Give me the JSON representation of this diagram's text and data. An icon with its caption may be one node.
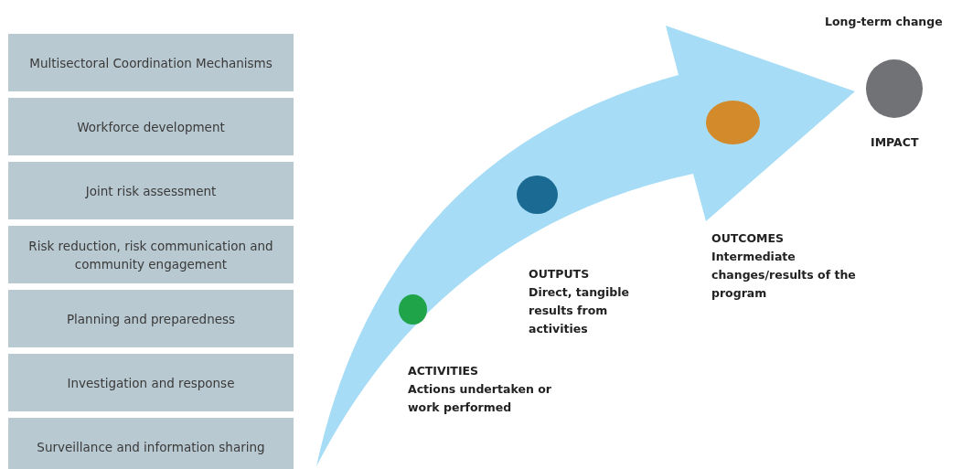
{
  "diagram": {
    "nodes": [
      {
        "text": [
          "Multisectoral Coordination Mechanisms"
        ]
      },
      {
        "text": [
          "Workforce development"
        ]
      },
      {
        "text": [
          "Joint risk assessment"
        ]
      },
      {
        "text": [
          "Risk reduction, risk communication and community engagement"
        ]
      },
      {
        "text": [
          "Planning and preparedness"
        ]
      },
      {
        "text": [
          "Investigation and response"
        ]
      },
      {
        "text": [
          "Surveillance and information sharing"
        ]
      },
      {
        "text": [],
        "shape": "circle",
        "beside": [
          "ACTIVITIES",
          "Actions undertaken or work performed"
        ]
      },
      {
        "text": [],
        "shape": "circle",
        "beside": [
          "OUTPUTS",
          "Direct, tangible results from activities"
        ]
      },
      {
        "text": [],
        "shape": "circle",
        "beside": [
          "OUTCOMES",
          "Intermediate changes/results of the program"
        ]
      },
      {
        "text": [],
        "shape": "circle",
        "beside": [
          "Long-term change",
          "IMPACT"
        ]
      }
    ],
    "edges": [
      {
        "from": null,
        "to": 10,
        "arrow": "to",
        "style": "thick",
        "color": "#a6dcf5"
      }
    ]
  }
}
